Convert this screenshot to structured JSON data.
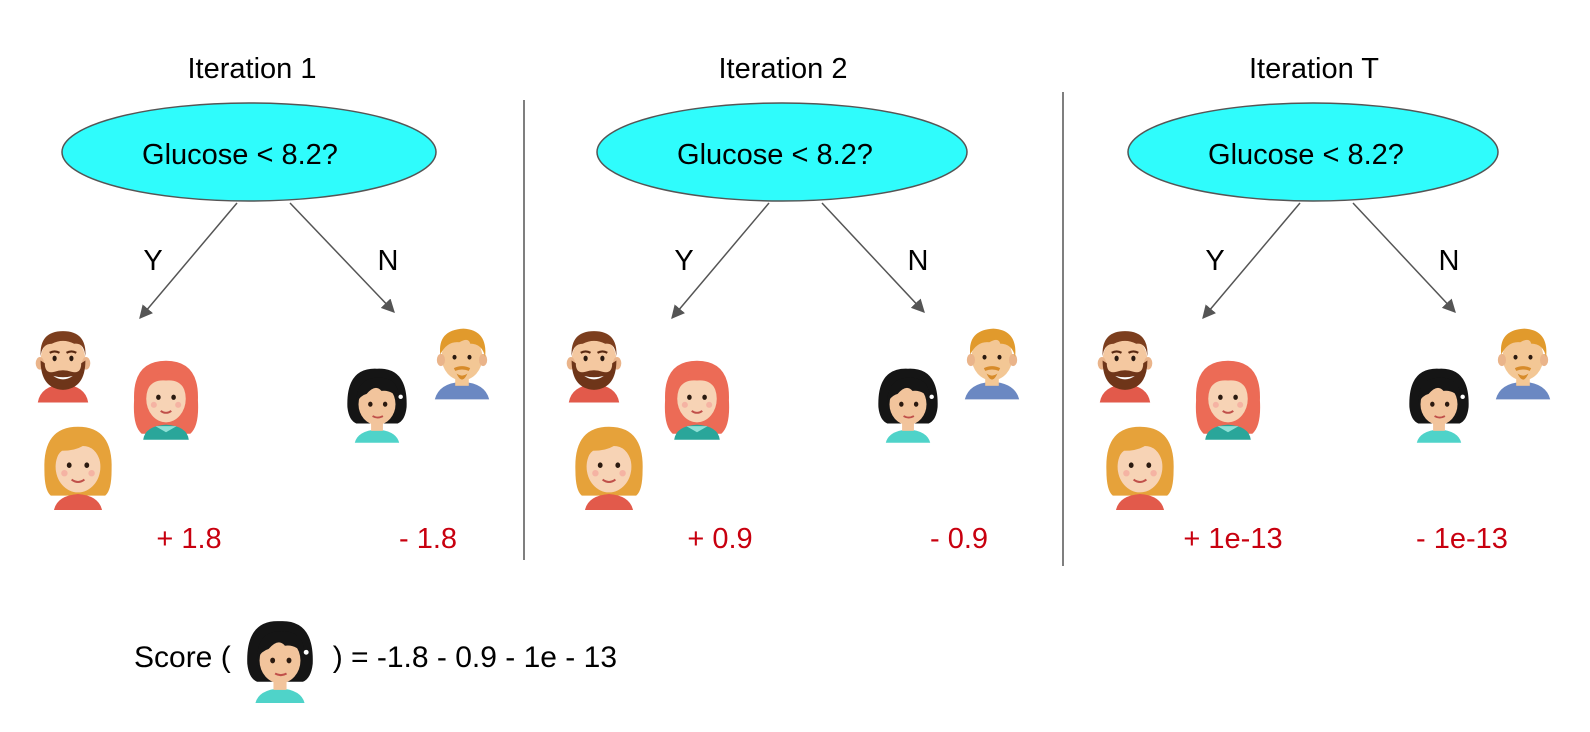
{
  "panels": [
    {
      "title": "Iteration 1",
      "question": "Glucose < 8.2?",
      "yes_label": "Y",
      "no_label": "N",
      "yes_score": "+ 1.8",
      "no_score": "- 1.8"
    },
    {
      "title": "Iteration 2",
      "question": "Glucose < 8.2?",
      "yes_label": "Y",
      "no_label": "N",
      "yes_score": "+ 0.9",
      "no_score": "- 0.9"
    },
    {
      "title": "Iteration T",
      "question": "Glucose < 8.2?",
      "yes_label": "Y",
      "no_label": "N",
      "yes_score": "+ 1e-13",
      "no_score": "- 1e-13"
    }
  ],
  "formula": {
    "prefix": "Score (",
    "suffix": ") = -1.8 - 0.9 - 1e - 13",
    "subject_icon": "black-haired-woman-icon"
  },
  "colors": {
    "node_fill": "#2ffcfc",
    "score_text": "#c8000f",
    "divider": "#555555",
    "edge": "#555555"
  }
}
